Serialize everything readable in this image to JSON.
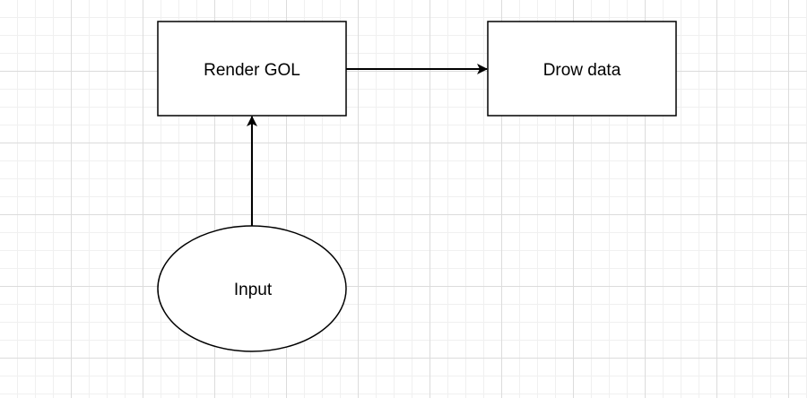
{
  "diagram": {
    "nodes": {
      "render": {
        "label": "Render GOL",
        "shape": "rectangle"
      },
      "draw": {
        "label": "Drow data",
        "shape": "rectangle"
      },
      "input": {
        "label": "Input",
        "shape": "ellipse"
      }
    },
    "edges": [
      {
        "from": "render",
        "to": "draw"
      },
      {
        "from": "input",
        "to": "render"
      }
    ]
  },
  "colors": {
    "stroke": "#000000",
    "fill": "#ffffff",
    "grid": "#dcdcdc"
  }
}
